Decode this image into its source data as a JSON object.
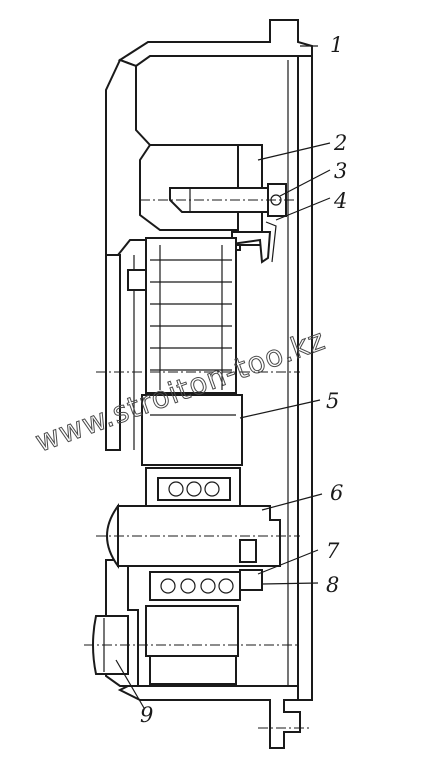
{
  "callouts": {
    "c1": "1",
    "c2": "2",
    "c3": "3",
    "c4": "4",
    "c5": "5",
    "c6": "6",
    "c7": "7",
    "c8": "8",
    "c9": "9"
  },
  "watermark": "www.stroiton-too.kz"
}
